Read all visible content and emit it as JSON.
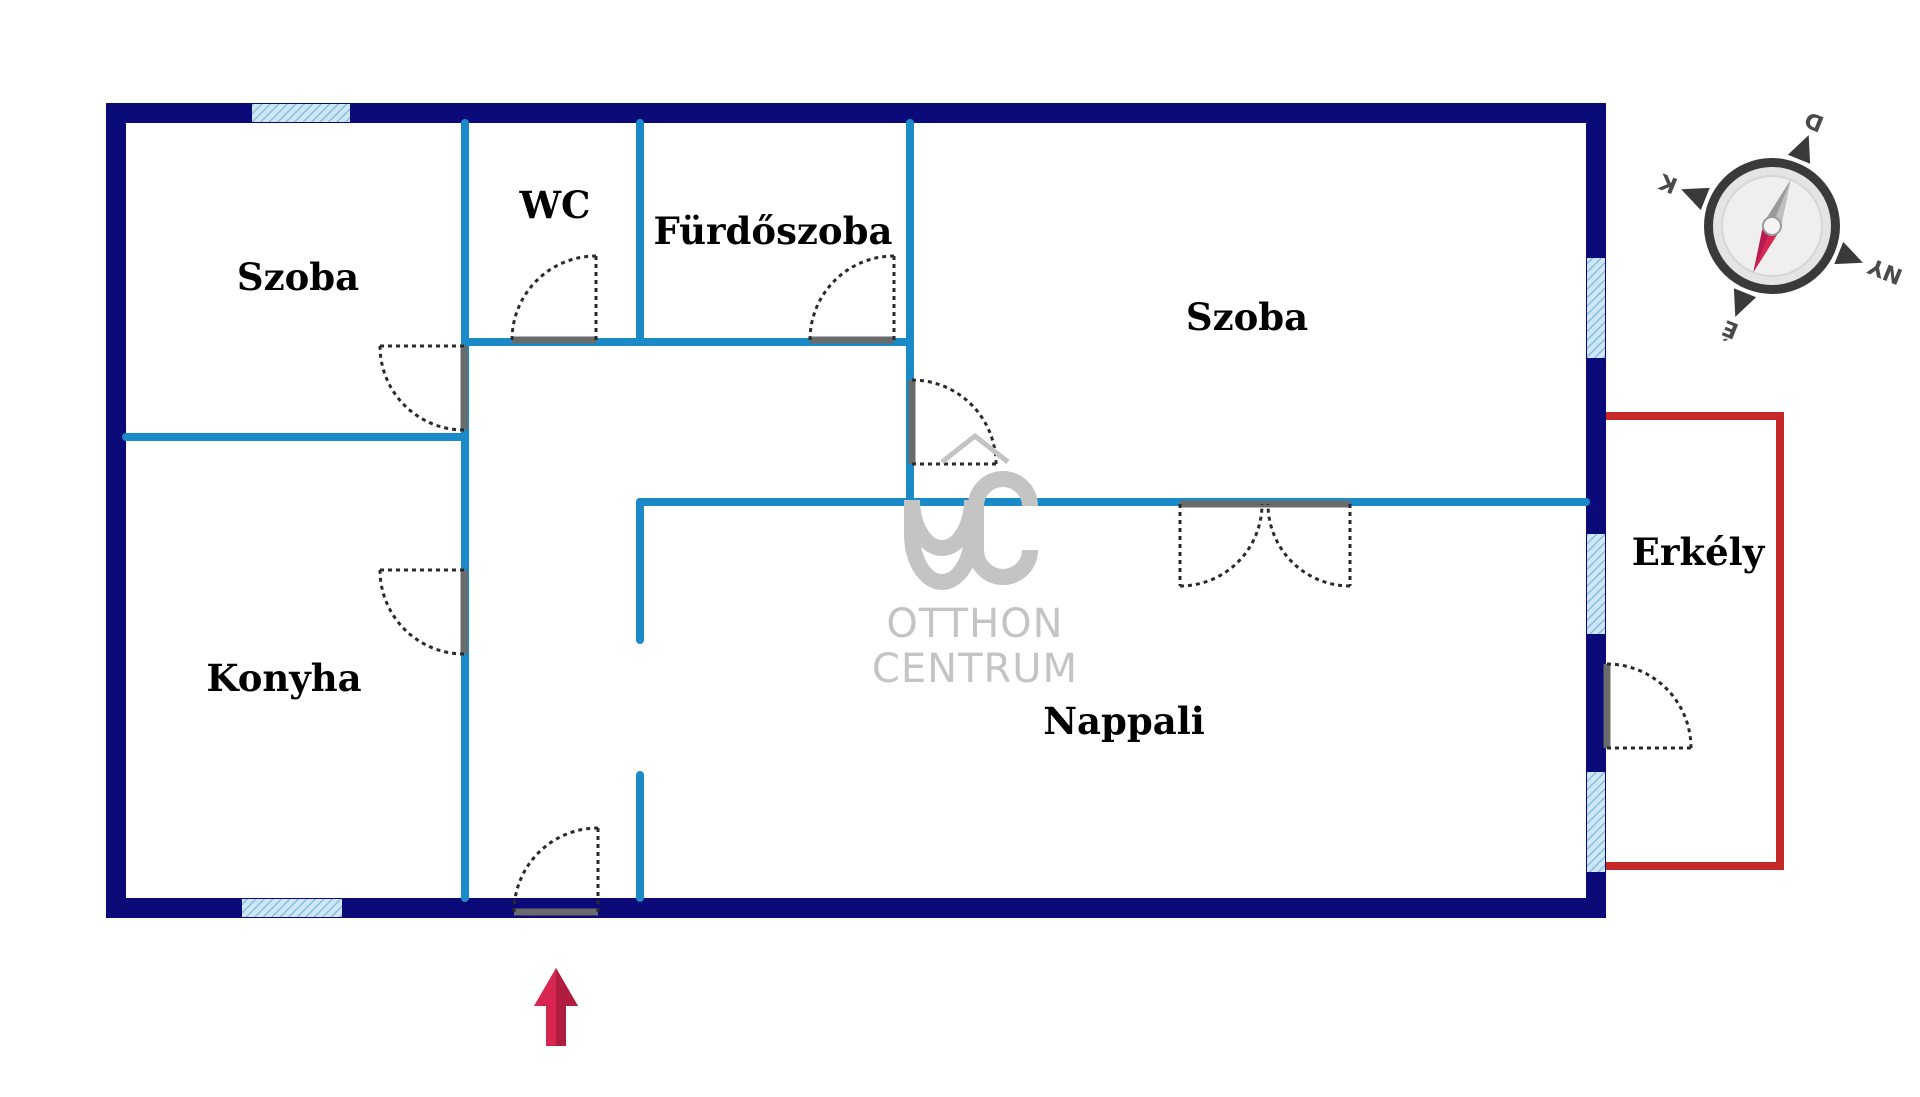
{
  "rooms": {
    "szoba_left": "Szoba",
    "wc": "WC",
    "furdoszoba": "Fürdőszoba",
    "szoba_right": "Szoba",
    "konyha": "Konyha",
    "nappali": "Nappali",
    "erkely": "Erkély"
  },
  "watermark": {
    "logo": "OC",
    "line1": "OTTHON",
    "line2": "CENTRUM"
  },
  "compass": {
    "north": "É",
    "south": "D",
    "east": "K",
    "west": "NY"
  },
  "colors": {
    "outer_wall": "#0a0a78",
    "inner_wall": "#1a8ac8",
    "window": "#a8d4ea",
    "balcony": "#c62828",
    "entrance_arrow": "#d7264f",
    "watermark": "#c4c4c4"
  },
  "icons": {
    "entrance": "entrance-arrow-icon",
    "compass": "compass-icon"
  }
}
